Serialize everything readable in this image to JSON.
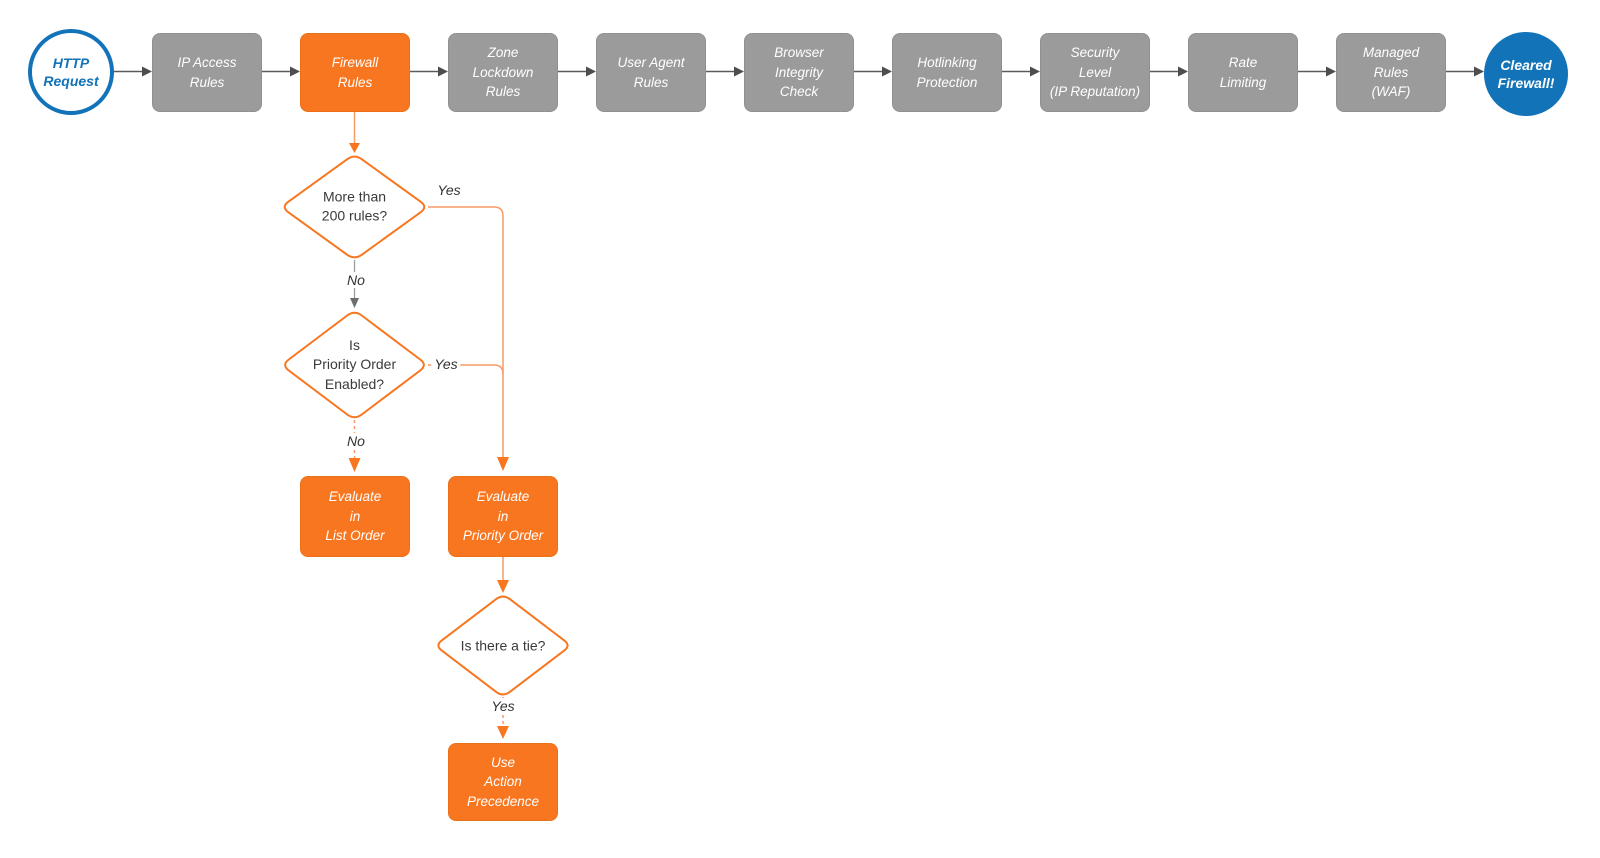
{
  "flow": {
    "start": {
      "label": "HTTP\nRequest"
    },
    "stages": [
      {
        "label": "IP Access\nRules"
      },
      {
        "label": "Firewall\nRules",
        "highlight": true
      },
      {
        "label": "Zone\nLockdown\nRules"
      },
      {
        "label": "User Agent\nRules"
      },
      {
        "label": "Browser\nIntegrity\nCheck"
      },
      {
        "label": "Hotlinking\nProtection"
      },
      {
        "label": "Security\nLevel\n(IP Reputation)"
      },
      {
        "label": "Rate\nLimiting"
      },
      {
        "label": "Managed\nRules\n(WAF)"
      }
    ],
    "end": {
      "label": "Cleared\nFirewall!"
    },
    "decisions": [
      {
        "question": "More than\n200 rules?",
        "yes": "Yes",
        "no": "No"
      },
      {
        "question": "Is\nPriority Order\nEnabled?",
        "yes": "Yes",
        "no": "No"
      },
      {
        "question": "Is there a tie?",
        "yes": "Yes"
      }
    ],
    "outcomes": [
      {
        "label": "Evaluate\nin\nList Order"
      },
      {
        "label": "Evaluate\nin\nPriority Order"
      },
      {
        "label": "Use\nAction\nPrecedence"
      }
    ],
    "colors": {
      "accent_orange": "#F7761F",
      "connector_orange": "#F89B66",
      "node_gray": "#9B9B9B",
      "accent_blue": "#1273B8",
      "connector_gray": "#4D4D4D",
      "text_dark": "#333333"
    }
  }
}
